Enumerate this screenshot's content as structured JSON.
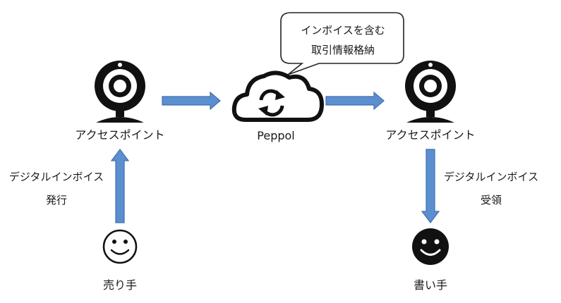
{
  "callout": {
    "line1": "インボイスを含む",
    "line2": "取引情報格納"
  },
  "nodes": {
    "access_point_left": {
      "label": "アクセスポイント",
      "icon": "webcam-icon"
    },
    "peppol": {
      "label": "Peppol",
      "icon": "cloud-sync-icon"
    },
    "access_point_right": {
      "label": "アクセスポイント",
      "icon": "webcam-icon"
    },
    "seller": {
      "label": "売り手",
      "icon": "smiley-outline-icon"
    },
    "buyer": {
      "label": "書い手",
      "icon": "smiley-filled-icon"
    }
  },
  "edges": {
    "issue": {
      "line1": "デジタルインボイス",
      "line2": "発行"
    },
    "receive": {
      "line1": "デジタルインボイス",
      "line2": "受領"
    }
  },
  "colors": {
    "arrow_fill": "#5b8fd0",
    "arrow_stroke": "#3f6fb0",
    "icon": "#111111"
  }
}
